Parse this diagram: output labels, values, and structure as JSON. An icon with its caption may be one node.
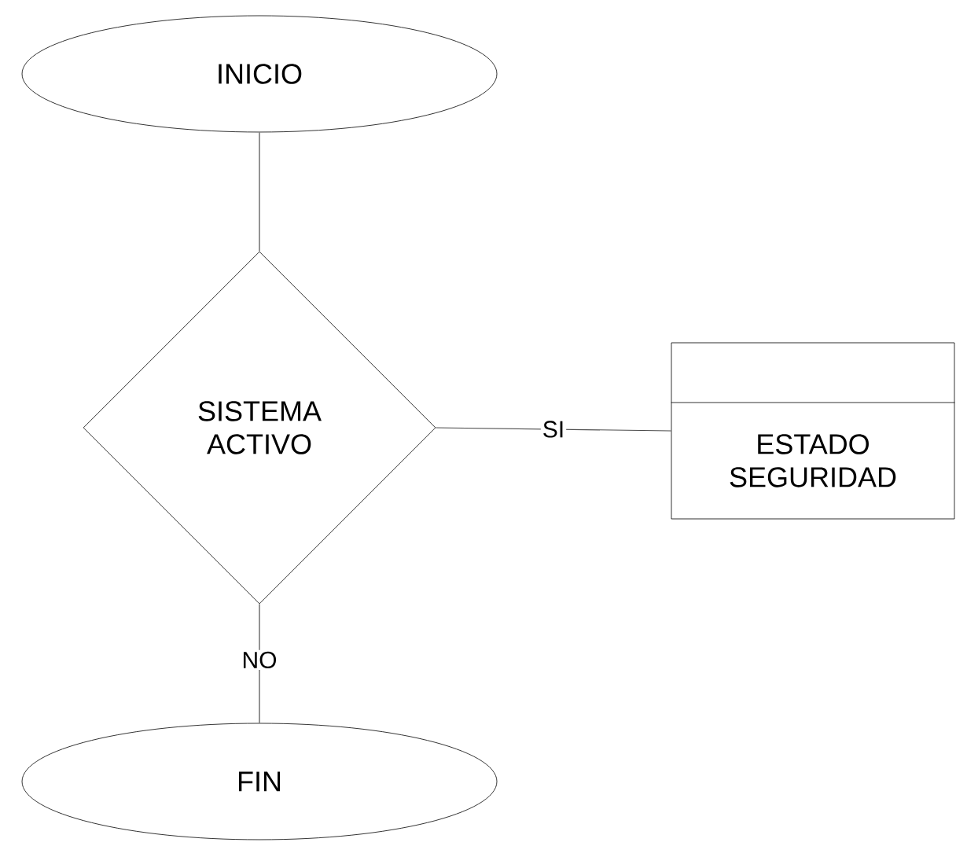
{
  "diagram": {
    "nodes": [
      {
        "text": [
          "INICIO"
        ]
      },
      {
        "text": [
          "SISTEMA ACTIVO"
        ]
      },
      {
        "text": [
          "ESTADO SEGURIDAD"
        ]
      },
      {
        "text": [
          "FIN"
        ]
      }
    ],
    "edges": [
      {
        "from": 0,
        "to": 1,
        "arrow": "none"
      },
      {
        "from": 1,
        "to": 2,
        "arrow": "none",
        "label": "SI"
      },
      {
        "from": 1,
        "to": 3,
        "arrow": "none",
        "label": "NO"
      }
    ]
  }
}
